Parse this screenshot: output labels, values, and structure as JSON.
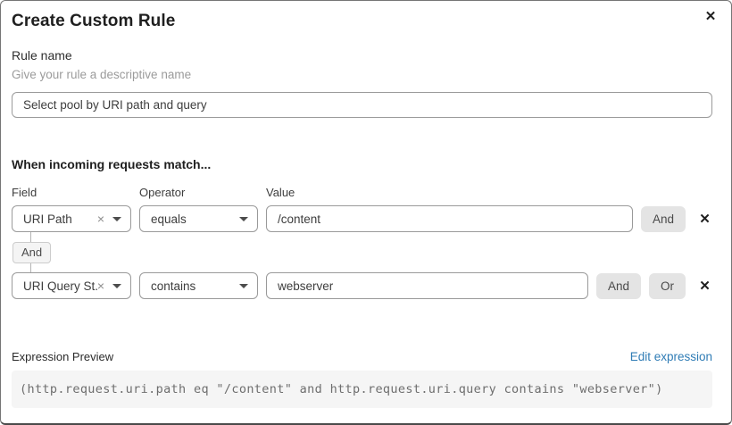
{
  "dialog": {
    "title": "Create Custom Rule"
  },
  "icons": {
    "close": "✕",
    "remove_row": "✕",
    "clear_select": "×"
  },
  "rule_name": {
    "label": "Rule name",
    "helper": "Give your rule a descriptive name",
    "value": "Select pool by URI path and query"
  },
  "match": {
    "heading": "When incoming requests match...",
    "columns": {
      "field": "Field",
      "operator": "Operator",
      "value": "Value"
    },
    "connector": "And",
    "rows": [
      {
        "field": "URI Path",
        "operator": "equals",
        "value": "/content",
        "and_label": "And"
      },
      {
        "field": "URI Query St...",
        "operator": "contains",
        "value": "webserver",
        "and_label": "And",
        "or_label": "Or"
      }
    ]
  },
  "expression": {
    "label": "Expression Preview",
    "edit_link": "Edit expression",
    "code": "(http.request.uri.path eq \"/content\" and http.request.uri.query contains \"webserver\")"
  },
  "colors": {
    "link": "#2f7cb5",
    "logic_button_bg": "#e4e4e4",
    "code_bg": "#f5f5f5",
    "input_border": "#9a9a9a"
  }
}
